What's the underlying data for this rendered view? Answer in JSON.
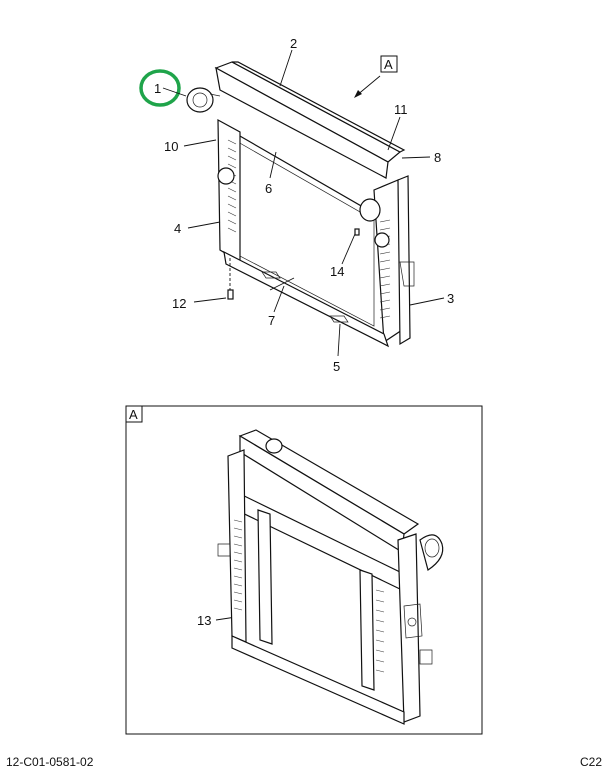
{
  "callouts": {
    "c1": "1",
    "c2": "2",
    "c3": "3",
    "c4": "4",
    "c5": "5",
    "c6": "6",
    "c7": "7",
    "c8": "8",
    "c10": "10",
    "c11": "11",
    "c12": "12",
    "c13": "13",
    "c14": "14"
  },
  "view_marker": "A",
  "detail_label": "A",
  "footer": {
    "drawing_number": "12-C01-0581-02",
    "page_code": "C22"
  },
  "colors": {
    "highlight_circle": "#1fa44a",
    "line": "#111111"
  }
}
